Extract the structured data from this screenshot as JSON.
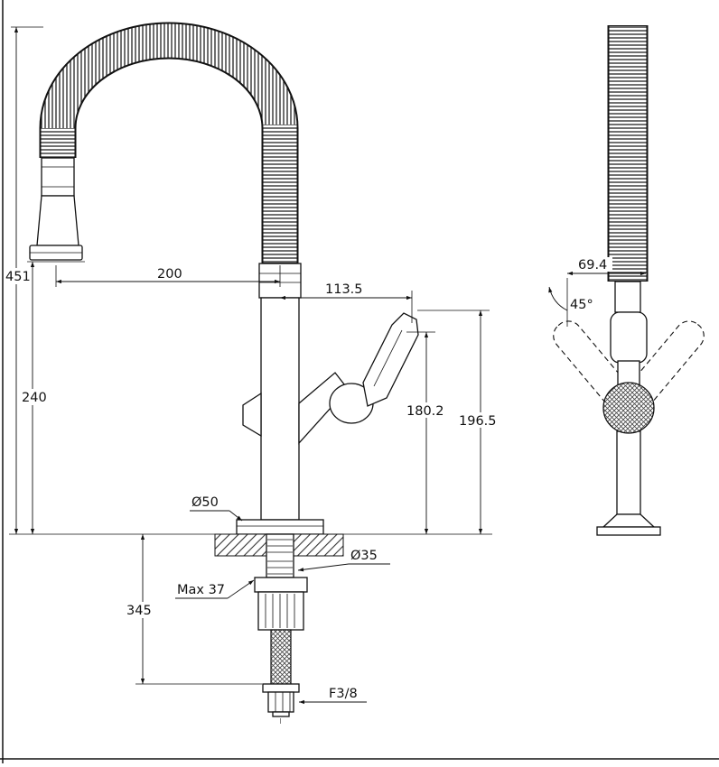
{
  "colors": {
    "background": "#ffffff",
    "line": "#111111"
  },
  "labels": {
    "front": {
      "overall_height": "451",
      "spout_height": "240",
      "spout_reach": "200",
      "handle_reach": "113.5",
      "handle_height": "180.2",
      "handle_tip_height": "196.5",
      "base_diameter": "Ø50",
      "shank_diameter": "Ø35",
      "max_counter_thickness": "Max 37",
      "hose_length": "345",
      "connector_thread": "F3/8"
    },
    "side": {
      "depth": "69.4",
      "handle_swing_angle": "45°"
    }
  }
}
